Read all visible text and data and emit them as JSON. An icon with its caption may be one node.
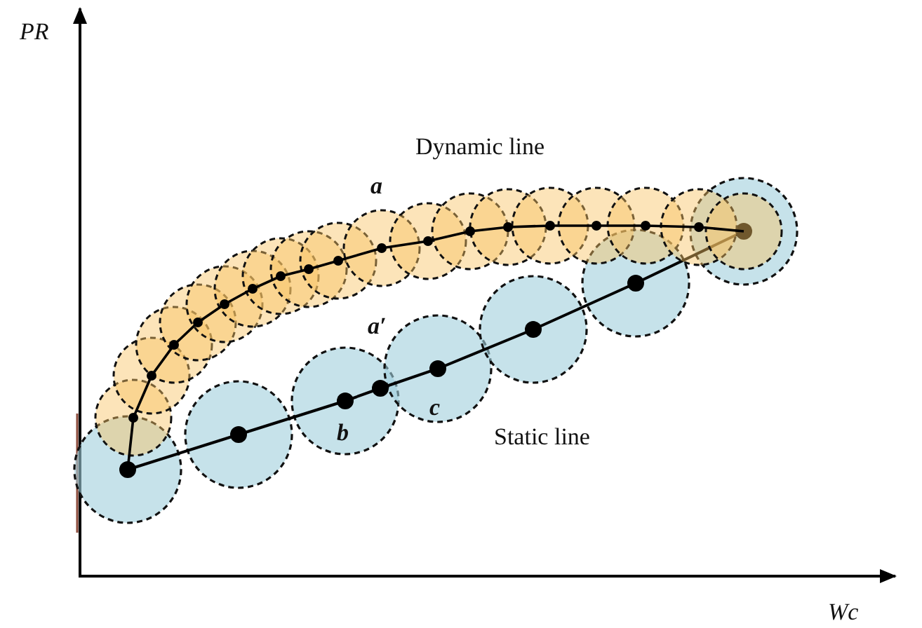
{
  "diagram": {
    "labels": [
      "PR",
      "Dynamic line",
      "a",
      "a′",
      "c",
      "b",
      "Static line",
      "Wc"
    ]
  }
}
